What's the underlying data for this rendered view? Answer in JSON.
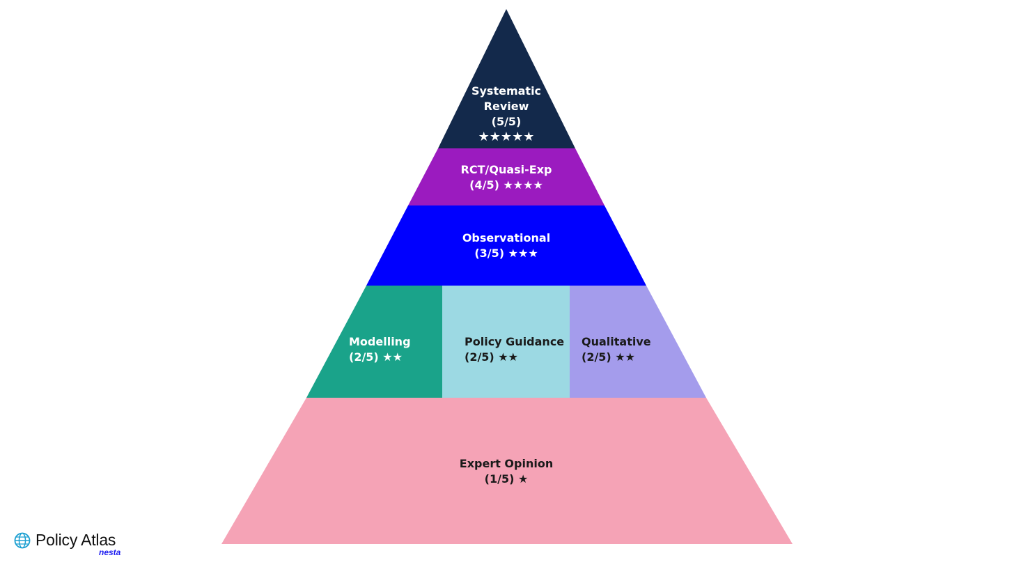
{
  "pyramid": {
    "systematic_review": {
      "name": "Systematic",
      "name2": "Review",
      "score": "(5/5)",
      "stars": "★★★★★",
      "color": "#13294b"
    },
    "rct": {
      "name": "RCT/Quasi-Exp",
      "score_stars": "(4/5) ★★★★",
      "color": "#9b1bbf"
    },
    "observational": {
      "name": "Observational",
      "score_stars": "(3/5) ★★★",
      "color": "#0000ff"
    },
    "modelling": {
      "name": "Modelling",
      "score_stars": "(2/5) ★★",
      "color": "#1aa38a"
    },
    "policy_guidance": {
      "name": "Policy Guidance",
      "score_stars": "(2/5) ★★",
      "color": "#9cd9e3"
    },
    "qualitative": {
      "name": "Qualitative",
      "score_stars": "(2/5) ★★",
      "color": "#a49cec"
    },
    "expert_opinion": {
      "name": "Expert Opinion",
      "score_stars": "(1/5) ★",
      "color": "#f5a3b6"
    }
  },
  "logo": {
    "name": "Policy Atlas",
    "sub": "nesta",
    "icon": "globe-icon"
  }
}
